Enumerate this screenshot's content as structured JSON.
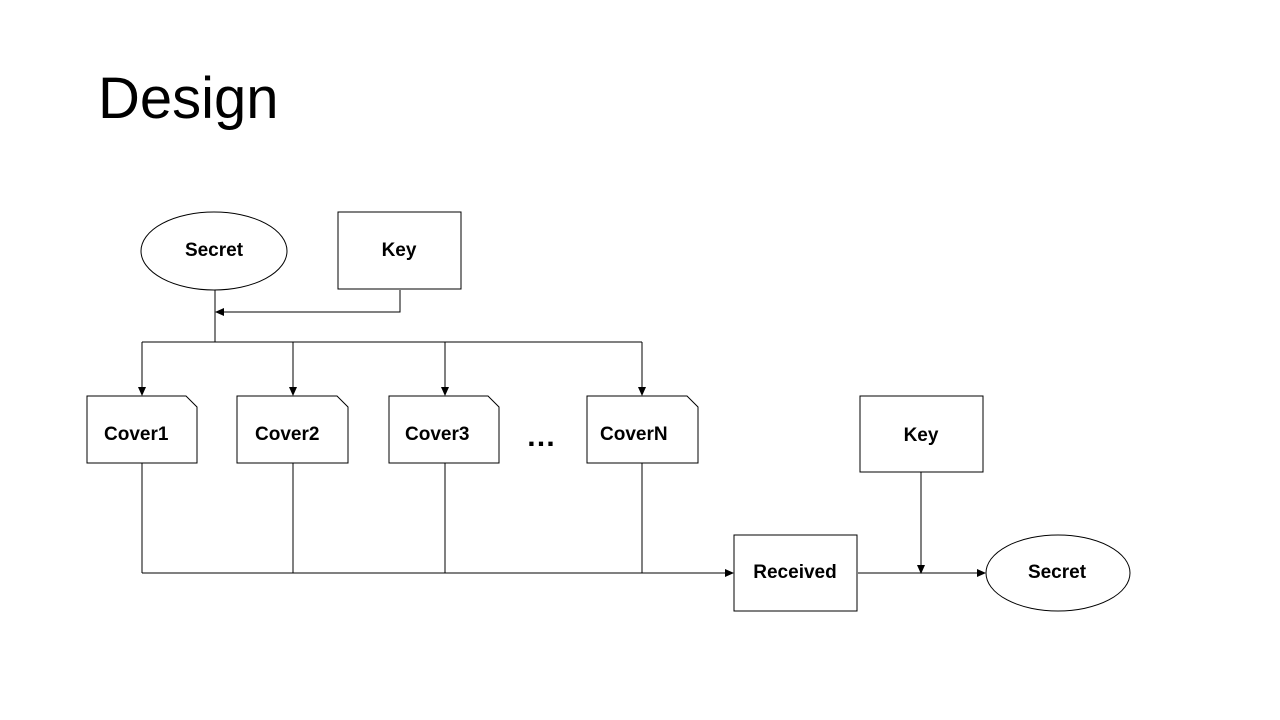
{
  "slide": {
    "title": "Design"
  },
  "nodes": {
    "secret_input": "Secret",
    "key_encode": "Key",
    "covers": [
      "Cover1",
      "Cover2",
      "Cover3",
      "CoverN"
    ],
    "ellipsis": "…",
    "key_decode": "Key",
    "received": "Received",
    "secret_output": "Secret"
  }
}
